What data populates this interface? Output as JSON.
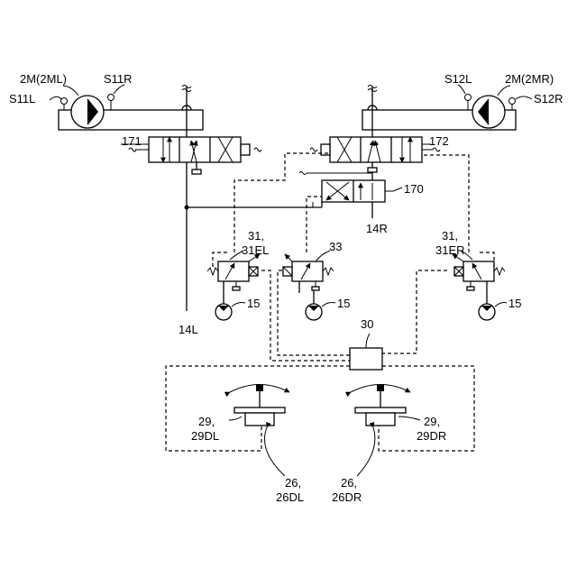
{
  "labels": {
    "motor_left": "2M(2ML)",
    "sensor_s11l": "S11L",
    "sensor_s11r": "S11R",
    "motor_right": "2M(2MR)",
    "sensor_s12l": "S12L",
    "sensor_s12r": "S12R",
    "valve_171": "171",
    "valve_172": "172",
    "valve_170": "170",
    "line_14l": "14L",
    "line_14r": "14R",
    "valve_31el_top": "31,",
    "valve_31el_bot": "31EL",
    "valve_33": "33",
    "valve_31er_top": "31,",
    "valve_31er_bot": "31ER",
    "pump_15_left": "15",
    "pump_15_mid": "15",
    "pump_15_right": "15",
    "controller_30": "30",
    "lever_29dl_top": "29,",
    "lever_29dl_bot": "29DL",
    "lever_29dr_top": "29,",
    "lever_29dr_bot": "29DR",
    "sensor_26dl_top": "26,",
    "sensor_26dl_bot": "26DL",
    "sensor_26dr_top": "26,",
    "sensor_26dr_bot": "26DR"
  }
}
